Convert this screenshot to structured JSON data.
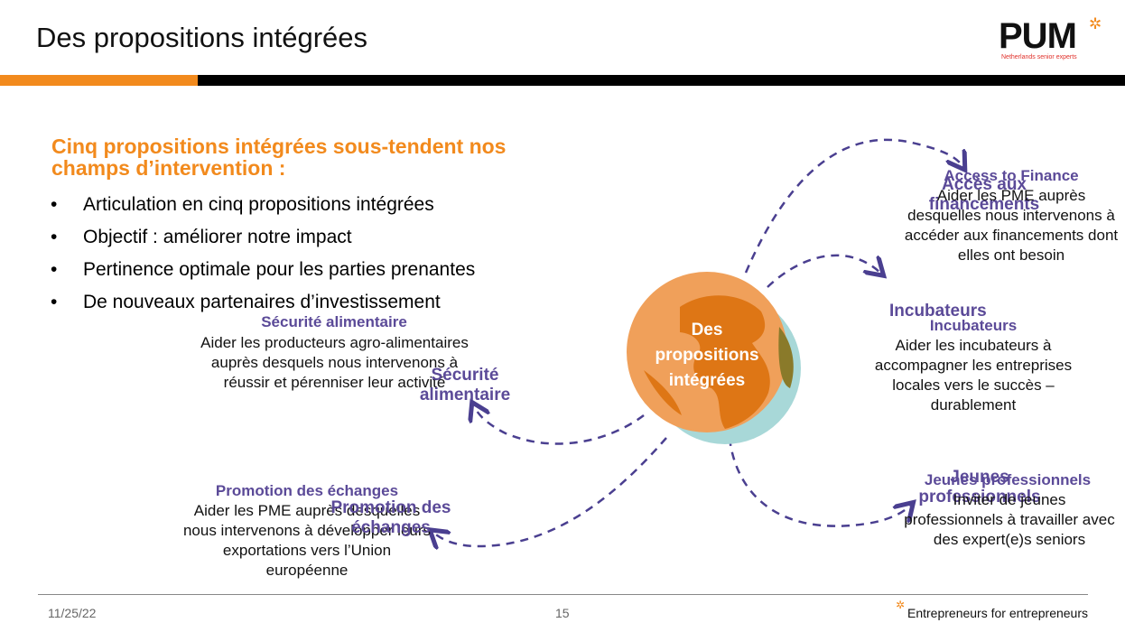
{
  "slide": {
    "title": "Des propositions intégrées",
    "logo": {
      "text": "PUM",
      "subtitle": "Netherlands senior experts"
    },
    "heading": "Cinq propositions intégrées sous-tendent nos champs d’intervention :",
    "bullets": [
      "Articulation en cinq propositions intégrées",
      "Objectif : améliorer notre impact",
      "Pertinence optimale pour les parties prenantes",
      "De nouveaux partenaires d’investissement"
    ]
  },
  "diagram": {
    "center_label": "Des propositions intégrées",
    "finance": {
      "title": "Access to Finance",
      "overlap_label": "Accès aux financements",
      "desc": "Aider les PME auprès desquelles nous intervenons à accéder aux financements dont elles ont besoin"
    },
    "incubators": {
      "title": "Incubateurs",
      "overlap_label": "Incubateurs",
      "desc": "Aider les incubateurs à accompagner les entreprises locales vers le succès – durablement"
    },
    "youth": {
      "title": "Jeunes professionnels",
      "overlap_label": "Jeunes professionnels",
      "desc": "Inviter de jeunes professionnels à travailler avec des expert(e)s seniors"
    },
    "food": {
      "title": "Sécurité alimentaire",
      "overlap_label": "Sécurité alimentaire",
      "desc": "Aider les producteurs agro-alimentaires auprès desquels nous intervenons à réussir et pérenniser leur activité"
    },
    "trade": {
      "title": "Promotion des échanges",
      "overlap_label": "Promotion des échanges",
      "desc": "Aider les PME auprès desquelles nous intervenons à développer leurs exportations vers l’Union européenne"
    }
  },
  "footer": {
    "date": "11/25/22",
    "page": "15",
    "tagline": "Entrepreneurs for entrepreneurs"
  },
  "colors": {
    "accent": "#f28a1d",
    "purple": "#5b4a98",
    "globe_teal": "#a8d8d8"
  }
}
